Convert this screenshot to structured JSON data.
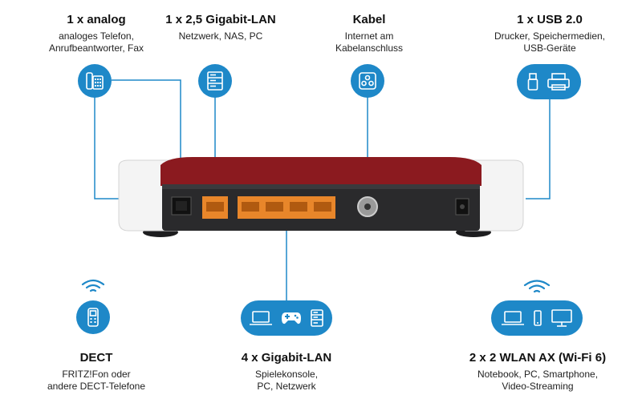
{
  "top": [
    {
      "title": "1 x analog",
      "line1": "analoges Telefon,",
      "line2": "Anrufbeantworter, Fax",
      "icon": "telephone-icon"
    },
    {
      "title": "1 x 2,5 Gigabit-LAN",
      "line1": "Netzwerk, NAS, PC",
      "line2": "",
      "icon": "server-icon"
    },
    {
      "title": "Kabel",
      "line1": "Internet am",
      "line2": "Kabelanschluss",
      "icon": "coax-socket-icon"
    },
    {
      "title": "1 x USB 2.0",
      "line1": "Drucker, Speichermedien,",
      "line2": "USB-Geräte",
      "icon": "usb-printer-icon"
    }
  ],
  "bottom": [
    {
      "title": "DECT",
      "line1": "FRITZ!Fon oder",
      "line2": "andere DECT-Telefone",
      "icon": "dect-phone-icon"
    },
    {
      "title": "4 x Gigabit-LAN",
      "line1": "Spielekonsole,",
      "line2": "PC, Netzwerk",
      "icon": "laptop-gamepad-server-icon"
    },
    {
      "title": "2 x 2 WLAN AX (Wi-Fi 6)",
      "line1": "Notebook, PC, Smartphone,",
      "line2": "Video-Streaming",
      "icon": "wifi-devices-icon"
    }
  ],
  "colors": {
    "accent": "#1e88c8",
    "router_red": "#8b1a1f",
    "router_body": "#2a2a2c",
    "lan_port": "#e8862a"
  }
}
